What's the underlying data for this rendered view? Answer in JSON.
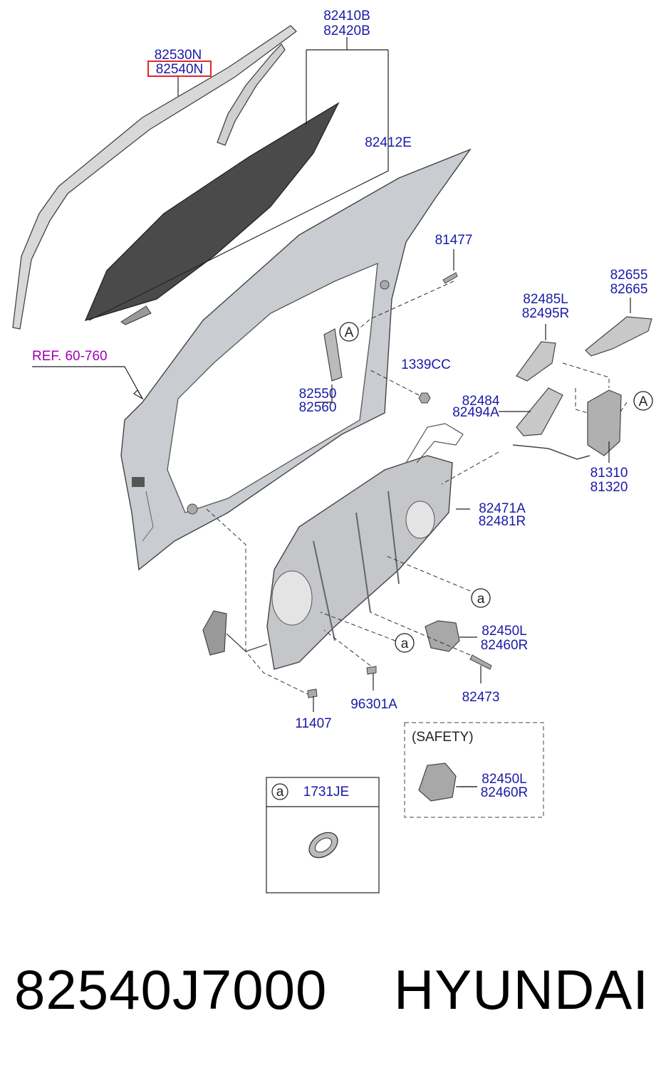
{
  "labels": {
    "p82530N": "82530N",
    "p82540N": "82540N",
    "p82410B": "82410B",
    "p82420B": "82420B",
    "p82412E": "82412E",
    "p81477": "81477",
    "p82655": "82655",
    "p82665": "82665",
    "p82485L": "82485L",
    "p82495R": "82495R",
    "p1339CC": "1339CC",
    "p82550": "82550",
    "p82560": "82560",
    "p82484": "82484",
    "p82494A": "82494A",
    "p81310": "81310",
    "p81320": "81320",
    "p82471A": "82471A",
    "p82481R": "82481R",
    "p82450L": "82450L",
    "p82460R": "82460R",
    "p82473": "82473",
    "p96301A": "96301A",
    "p11407": "11407",
    "p82450L_safety": "82450L",
    "p82460R_safety": "82460R",
    "p1731JE": "1731JE",
    "ref": "REF. 60-760",
    "safety": "(SAFETY)",
    "callout_A": "A",
    "callout_a": "a"
  },
  "colors": {
    "part_number": "#1a1aa8",
    "reference": "#a000b4",
    "highlight_box": "#e01010",
    "glass": "#4a4a4a",
    "panel": "#c9ccd0"
  },
  "footer": {
    "part_number": "82540J7000",
    "brand": "HYUNDAI"
  }
}
